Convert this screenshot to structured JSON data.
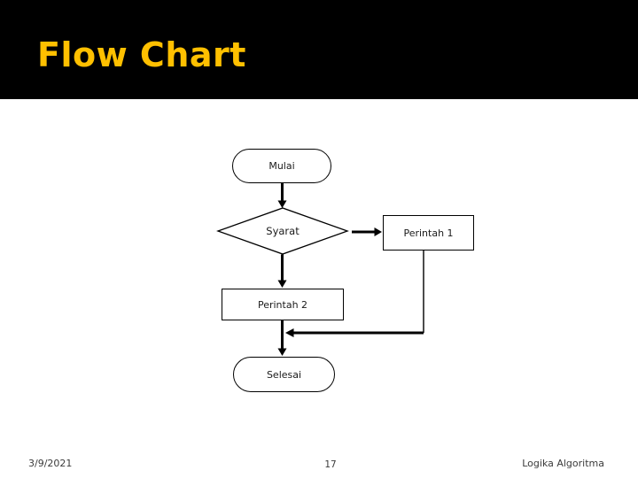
{
  "slide": {
    "title": "Flow Chart",
    "title_color": "#FFC000",
    "header_bg": "#000000",
    "body_bg": "#FFFFFF"
  },
  "flowchart": {
    "line_color": "#000000",
    "node_fill": "#FFFFFF",
    "nodes": [
      {
        "id": "mulai",
        "type": "terminator",
        "label": "Mulai"
      },
      {
        "id": "syarat",
        "type": "decision",
        "label": "Syarat"
      },
      {
        "id": "perintah1",
        "type": "process",
        "label": "Perintah 1"
      },
      {
        "id": "perintah2",
        "type": "process",
        "label": "Perintah 2"
      },
      {
        "id": "selesai",
        "type": "terminator",
        "label": "Selesai"
      }
    ],
    "edges": [
      {
        "from": "mulai",
        "to": "syarat"
      },
      {
        "from": "syarat",
        "to": "perintah1"
      },
      {
        "from": "syarat",
        "to": "perintah2"
      },
      {
        "from": "perintah1",
        "to": "junction-below-perintah2"
      },
      {
        "from": "perintah2",
        "to": "selesai"
      }
    ]
  },
  "footer": {
    "date": "3/9/2021",
    "page_number": "17",
    "course": "Logika Algoritma"
  }
}
